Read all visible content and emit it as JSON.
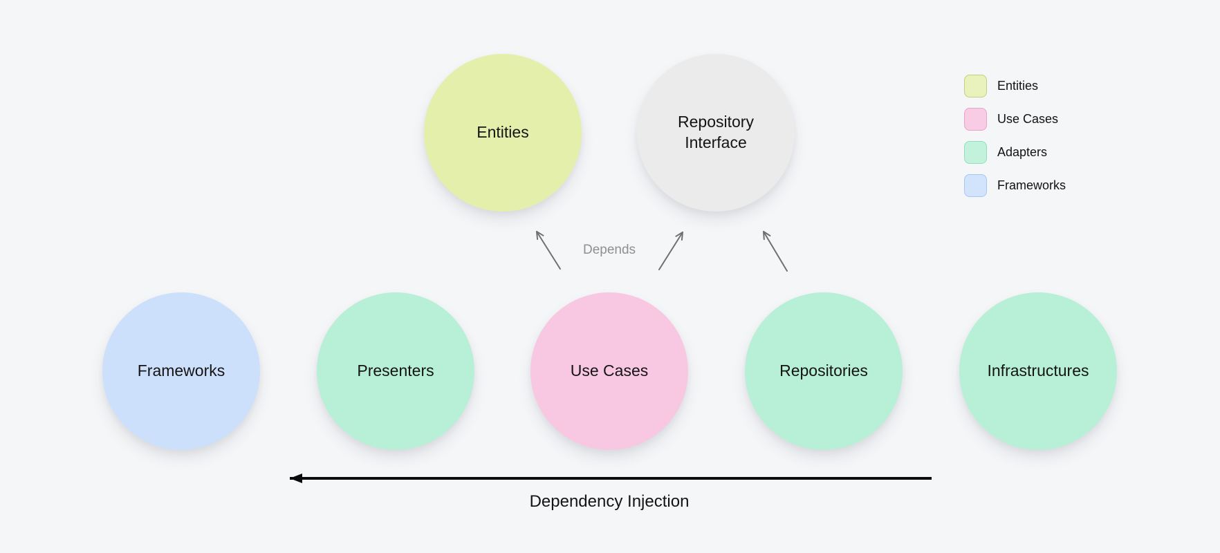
{
  "colors": {
    "background": "#f5f6f8",
    "text": "#141414",
    "node-entities": "#e4efac",
    "node-repository-interface": "#ebebeb",
    "node-use-cases": "#f8c8e2",
    "node-adapters": "#b7f0d7",
    "node-frameworks": "#cde0fb",
    "legend-entities-fill": "#e9f1bc",
    "legend-entities-border": "#c2cf7e",
    "legend-use-cases-fill": "#f8cce5",
    "legend-use-cases-border": "#e7a3c9",
    "legend-adapters-fill": "#c2f2dc",
    "legend-adapters-border": "#8fdfbe",
    "legend-frameworks-fill": "#d2e3fc",
    "legend-frameworks-border": "#a7c7f2",
    "depends-arrow": "#707070",
    "depends-text": "#8f8f8f",
    "di-arrow": "#0b0b0b"
  },
  "nodes": {
    "entities": {
      "label": "Entities"
    },
    "repository_interface": {
      "label": "Repository Interface"
    },
    "frameworks": {
      "label": "Frameworks"
    },
    "presenters": {
      "label": "Presenters"
    },
    "use_cases": {
      "label": "Use Cases"
    },
    "repositories": {
      "label": "Repositories"
    },
    "infrastructures": {
      "label": "Infrastructures"
    }
  },
  "annotations": {
    "depends": "Depends",
    "dependency_injection": "Dependency Injection"
  },
  "legend": {
    "items": [
      {
        "label": "Entities"
      },
      {
        "label": "Use Cases"
      },
      {
        "label": "Adapters"
      },
      {
        "label": "Frameworks"
      }
    ]
  }
}
